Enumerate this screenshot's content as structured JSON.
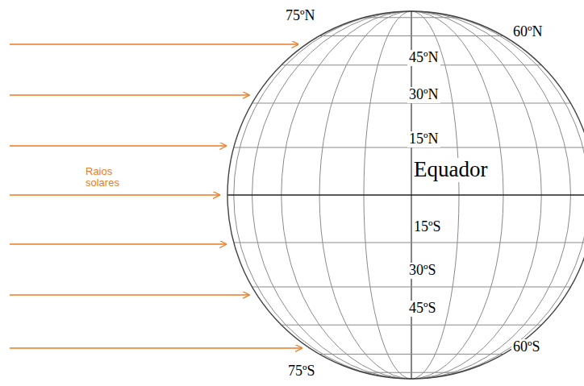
{
  "diagram": {
    "labels": [
      "75ºN",
      "60ºN",
      "45ºN",
      "30ºN",
      "15ºN",
      "Raios solares",
      "Equador",
      "15ºS",
      "30ºS",
      "45ºS",
      "60ºS",
      "75ºS"
    ]
  }
}
